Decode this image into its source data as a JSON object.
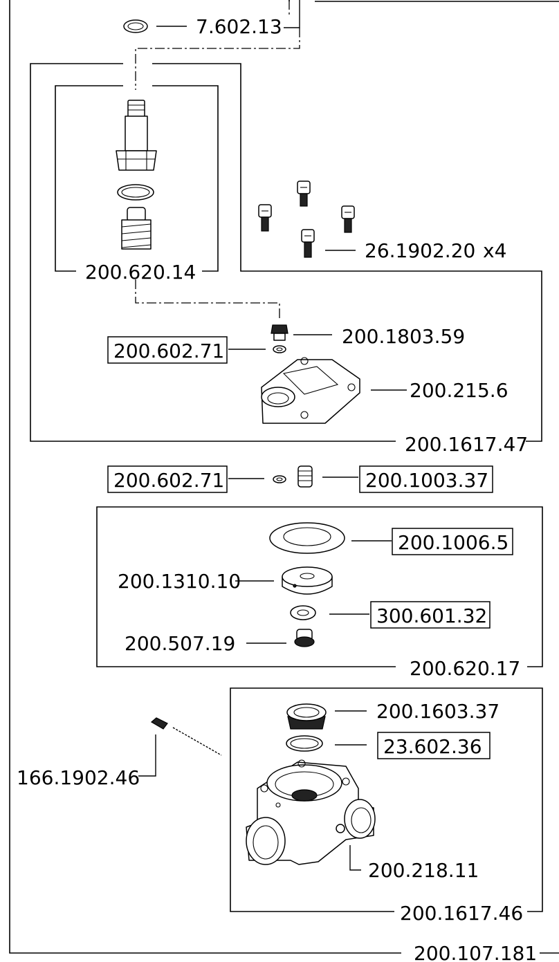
{
  "labels": {
    "p_7602_13": "7.602.13",
    "p_200620_14": "200.620.14",
    "p_26_1902_20": "26.1902.20",
    "qty_x4": "x4",
    "p_200_1803_59": "200.1803.59",
    "p_200_602_71_a": "200.602.71",
    "p_200_215_6": "200.215.6",
    "p_200_1617_47": "200.1617.47",
    "p_200_602_71_b": "200.602.71",
    "p_200_1003_37": "200.1003.37",
    "p_200_1006_5": "200.1006.5",
    "p_200_1310_10": "200.1310.10",
    "p_300_601_32": "300.601.32",
    "p_200_507_19": "200.507.19",
    "p_200_620_17": "200.620.17",
    "p_200_1603_37": "200.1603.37",
    "p_23_602_36": "23.602.36",
    "p_166_1902_46": "166.1902.46",
    "p_200_218_11": "200.218.11",
    "p_200_1617_46": "200.1617.46",
    "p_200_107_181": "200.107.181"
  }
}
